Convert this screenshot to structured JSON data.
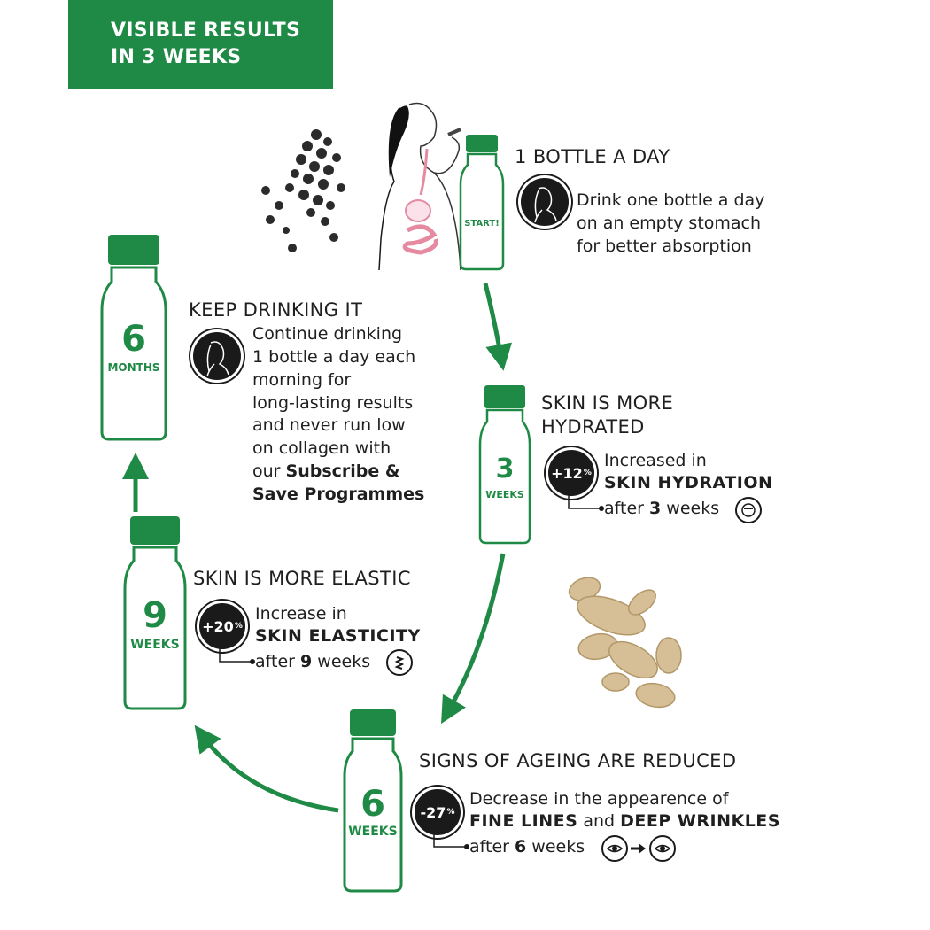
{
  "banner": {
    "line1": "VISIBLE RESULTS",
    "line2": "IN 3 WEEKS"
  },
  "colors": {
    "brand_green": "#1f8a45",
    "dark": "#1a1a1a"
  },
  "steps": {
    "start": {
      "bottle_label": "START!",
      "heading": "1 BOTTLE A DAY",
      "lines": [
        "Drink one bottle a day",
        "on an empty stomach",
        "for better absorption"
      ],
      "icon": "woman-drinking-icon"
    },
    "three_weeks": {
      "bottle_number": "3",
      "bottle_unit": "WEEKS",
      "heading_line1": "SKIN IS MORE",
      "heading_line2": "HYDRATED",
      "badge_value": "+12",
      "badge_unit": "%",
      "desc_line1": "Increased in",
      "desc_line2": "SKIN HYDRATION",
      "after_prefix": "after",
      "after_value": "3",
      "after_suffix": "weeks",
      "icon": "face-mask-icon"
    },
    "six_weeks": {
      "bottle_number": "6",
      "bottle_unit": "WEEKS",
      "heading": "SIGNS OF AGEING ARE REDUCED",
      "badge_value": "-27",
      "badge_unit": "%",
      "desc_line1": "Decrease in the appearence of",
      "desc_bold1": "FINE LINES",
      "desc_and": "and",
      "desc_bold2": "DEEP WRINKLES",
      "after_prefix": "after",
      "after_value": "6",
      "after_suffix": "weeks",
      "icons": [
        "wrinkled-eye-icon",
        "arrow-right-icon",
        "smooth-eye-icon"
      ]
    },
    "nine_weeks": {
      "bottle_number": "9",
      "bottle_unit": "WEEKS",
      "heading": "SKIN IS MORE ELASTIC",
      "badge_value": "+20",
      "badge_unit": "%",
      "desc_line1": "Increase in",
      "desc_line2": "SKIN ELASTICITY",
      "after_prefix": "after",
      "after_value": "9",
      "after_suffix": "weeks",
      "icon": "elastic-spring-icon"
    },
    "six_months": {
      "bottle_number": "6",
      "bottle_unit": "MONTHS",
      "heading": "KEEP DRINKING IT",
      "lines": [
        "Continue drinking",
        "1 bottle a day each",
        "morning for",
        "long-lasting results",
        "and never run low",
        "on collagen with"
      ],
      "line_our": "our",
      "bold1": "Subscribe &",
      "bold2": "Save Programmes",
      "icon": "woman-drinking-icon"
    }
  },
  "decorations": [
    "black-pepper-image",
    "ginger-root-image",
    "woman-digestion-illustration"
  ]
}
